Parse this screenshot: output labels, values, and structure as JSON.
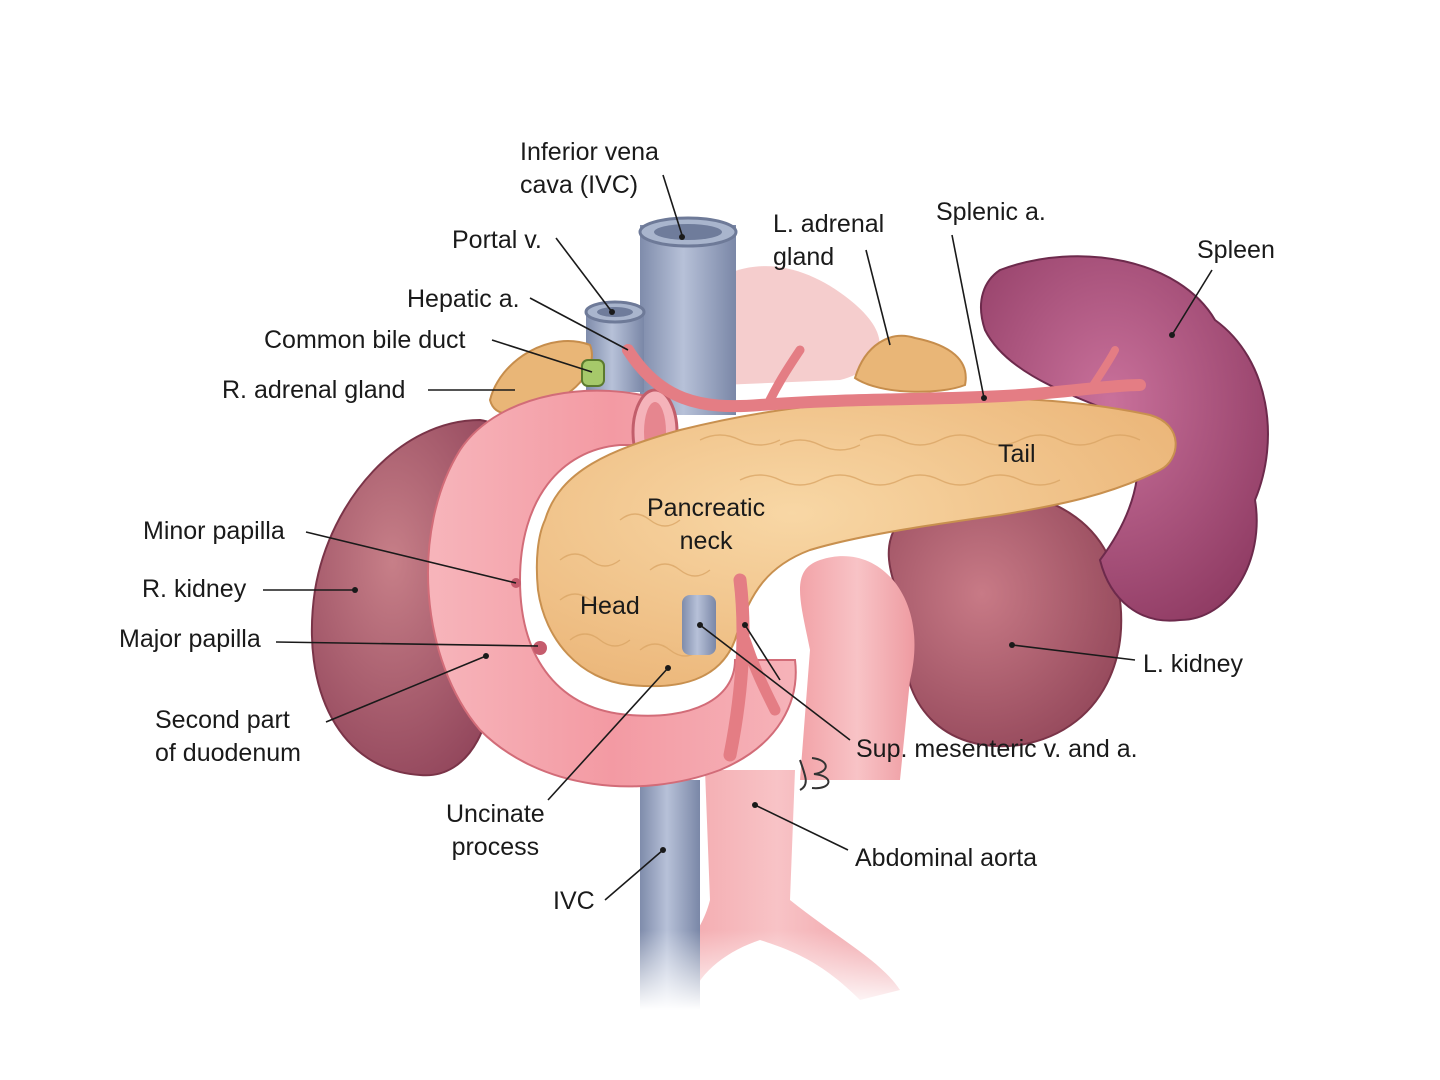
{
  "labels": {
    "ivc_top": [
      "Inferior vena",
      "cava (IVC)"
    ],
    "portal_v": "Portal v.",
    "hepatic_a": "Hepatic a.",
    "common_bile_duct": "Common bile duct",
    "r_adrenal_gland": "R. adrenal gland",
    "l_adrenal_gland": [
      "L. adrenal",
      "gland"
    ],
    "splenic_a": "Splenic a.",
    "spleen": "Spleen",
    "tail": "Tail",
    "pancreatic_neck": [
      "Pancreatic",
      "neck"
    ],
    "head": "Head",
    "minor_papilla": "Minor papilla",
    "r_kidney": "R. kidney",
    "major_papilla": "Major papilla",
    "second_part_duodenum": [
      "Second part",
      "of duodenum"
    ],
    "l_kidney": "L. kidney",
    "sup_mesenteric": "Sup. mesenteric v. and a.",
    "uncinate_process": [
      "Uncinate",
      "process"
    ],
    "abdominal_aorta": "Abdominal aorta",
    "ivc_bottom": "IVC"
  },
  "colors": {
    "pancreas": "#f2c48a",
    "duodenum": "#f3a0a8",
    "kidney": "#b85c6c",
    "spleen": "#a34a72",
    "vein": "#9aa8c4",
    "artery": "#e88a8e",
    "adrenal": "#e8b878",
    "bile_duct": "#a6c96a"
  }
}
